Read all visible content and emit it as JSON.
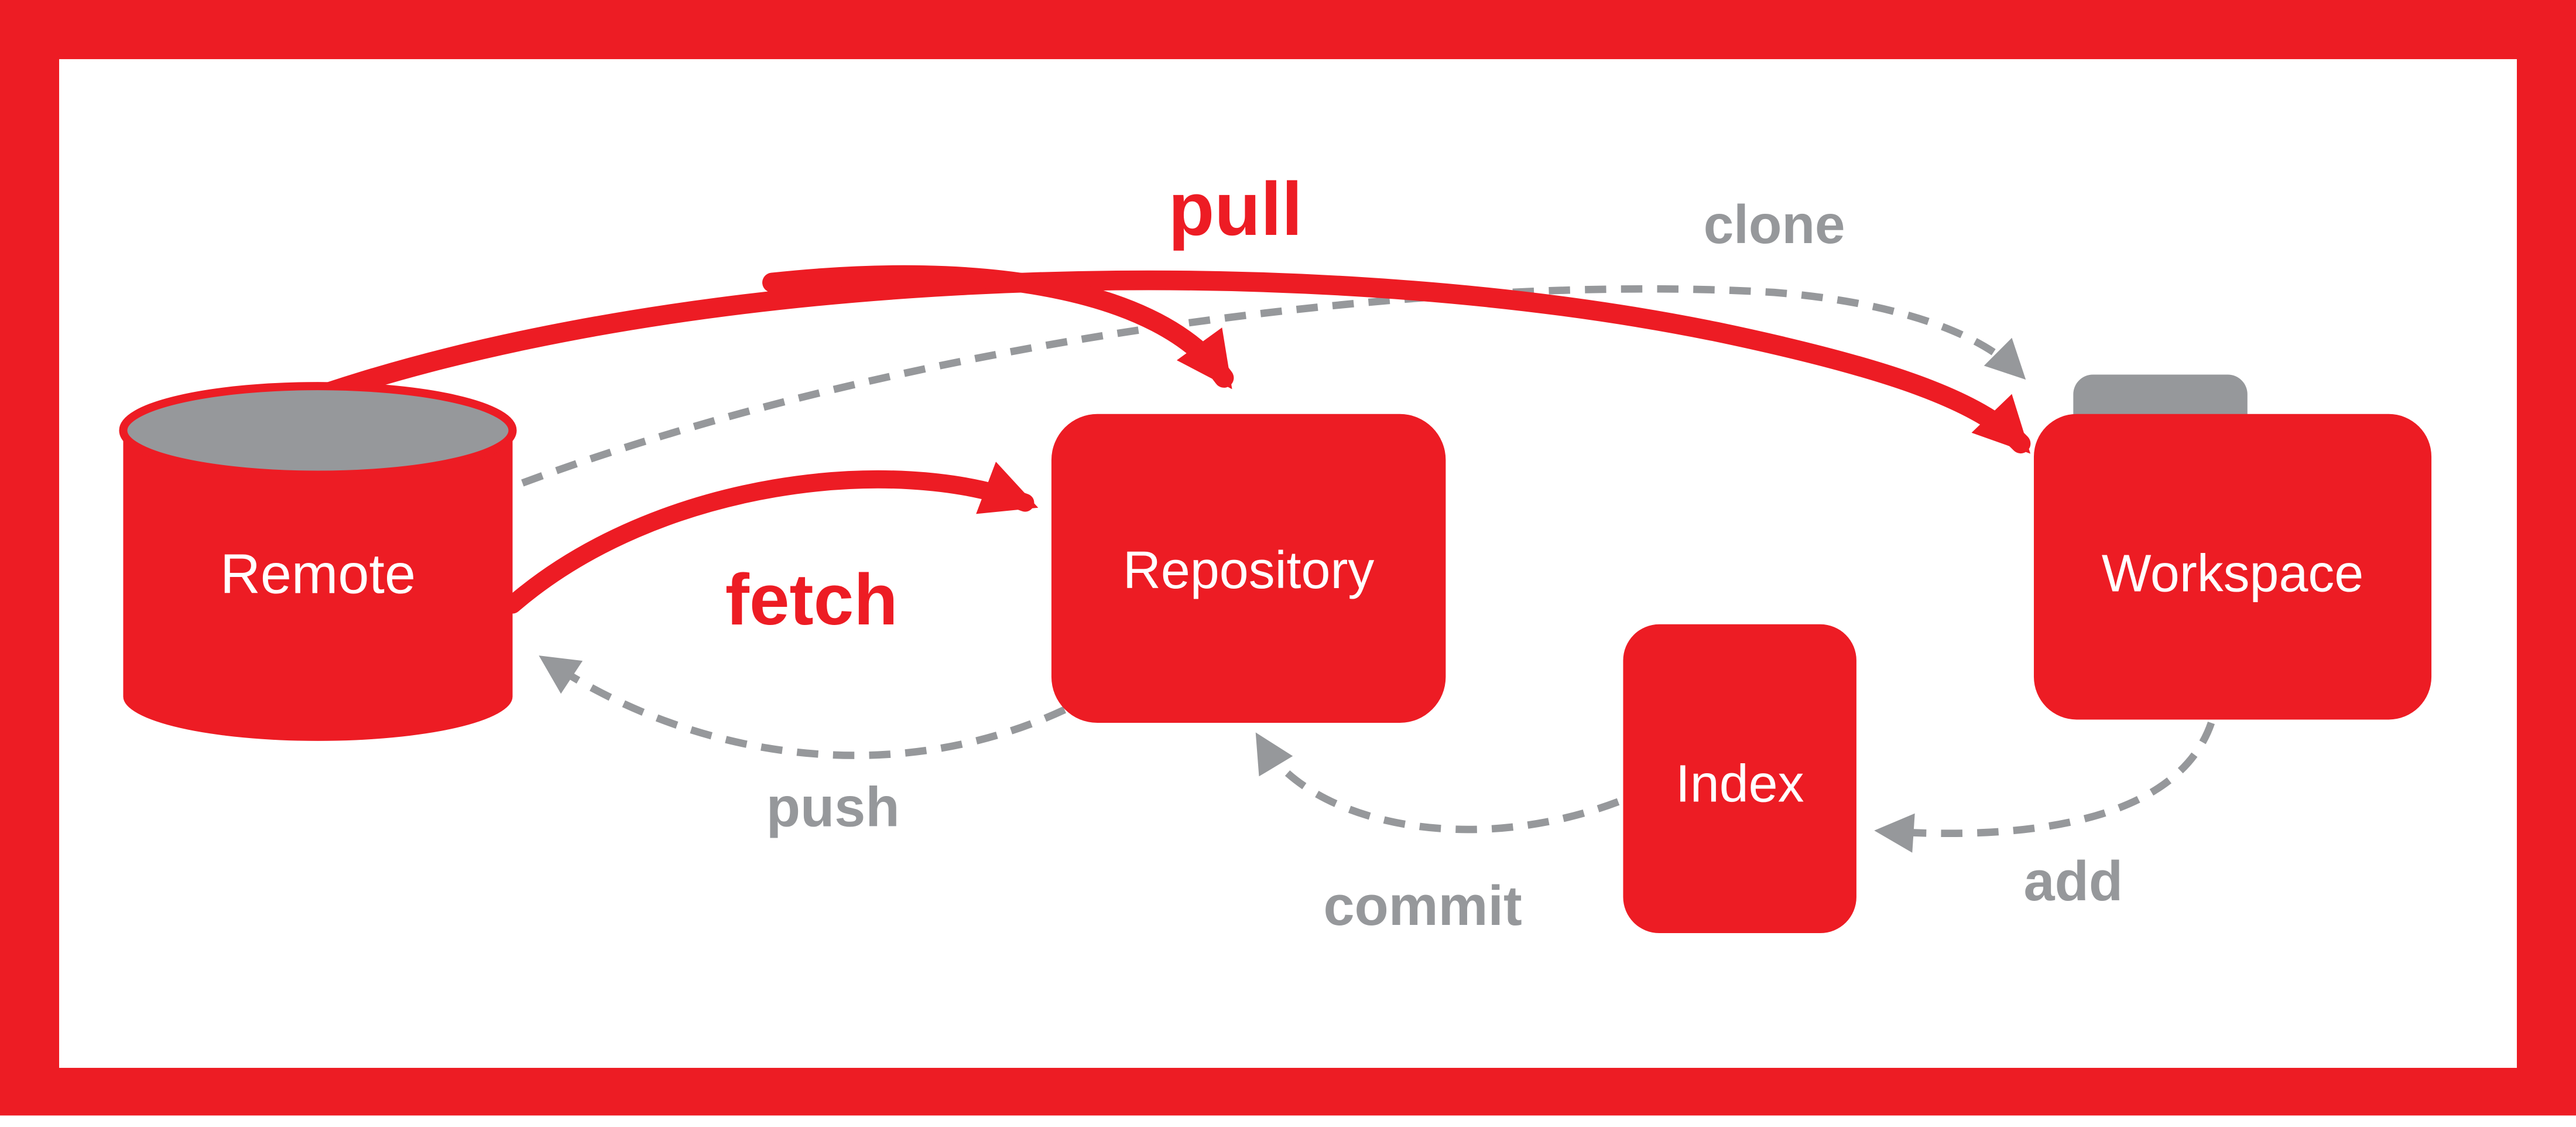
{
  "title": "Git data transport diagram",
  "colors": {
    "red": "#ed1c24",
    "gray": "#96989b",
    "white": "#ffffff"
  },
  "nodes": {
    "remote": {
      "label": "Remote",
      "shape": "database-cylinder"
    },
    "repository": {
      "label": "Repository",
      "shape": "rounded-rect"
    },
    "index": {
      "label": "Index",
      "shape": "rounded-rect"
    },
    "workspace": {
      "label": "Workspace",
      "shape": "folder"
    }
  },
  "arrows": {
    "pull": {
      "label": "pull",
      "style": "solid-red",
      "from": "remote",
      "to": "repository-and-workspace"
    },
    "clone": {
      "label": "clone",
      "style": "dashed-gray",
      "from": "remote",
      "to": "workspace"
    },
    "fetch": {
      "label": "fetch",
      "style": "solid-red",
      "from": "remote",
      "to": "repository"
    },
    "push": {
      "label": "push",
      "style": "dashed-gray",
      "from": "repository",
      "to": "remote"
    },
    "commit": {
      "label": "commit",
      "style": "dashed-gray",
      "from": "index",
      "to": "repository"
    },
    "add": {
      "label": "add",
      "style": "dashed-gray",
      "from": "workspace",
      "to": "index"
    }
  }
}
